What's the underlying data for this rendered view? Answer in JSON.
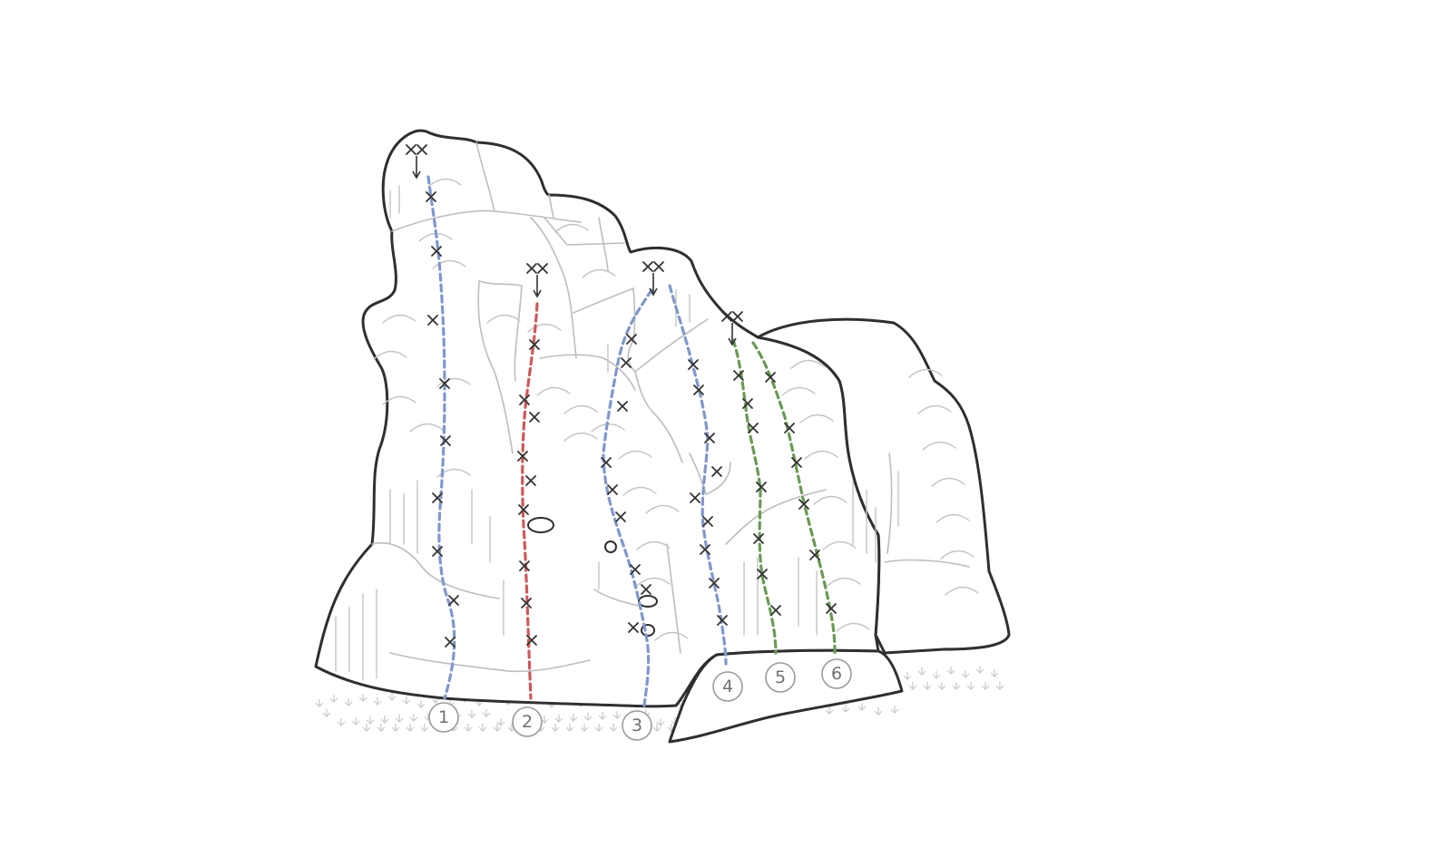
{
  "topo": {
    "colors": {
      "blue": "#7f97cc",
      "red": "#cc5a5a",
      "green": "#6a9a56",
      "outline": "#2f2f2f",
      "bolt": "#333333"
    },
    "routes": [
      {
        "number": "1",
        "color": "blue",
        "bolts": 9,
        "anchor": "double-bolt-anchor"
      },
      {
        "number": "2",
        "color": "red",
        "bolts": 9,
        "anchor": "double-bolt-anchor"
      },
      {
        "number": "3",
        "color": "blue",
        "bolts": 9,
        "anchor": "double-bolt-anchor"
      },
      {
        "number": "4",
        "color": "blue",
        "bolts": 9,
        "anchor": "double-bolt-anchor"
      },
      {
        "number": "5",
        "color": "green",
        "bolts": 7,
        "anchor": "double-bolt-anchor"
      },
      {
        "number": "6",
        "color": "green",
        "bolts": 6,
        "anchor": "double-bolt-anchor"
      }
    ]
  }
}
